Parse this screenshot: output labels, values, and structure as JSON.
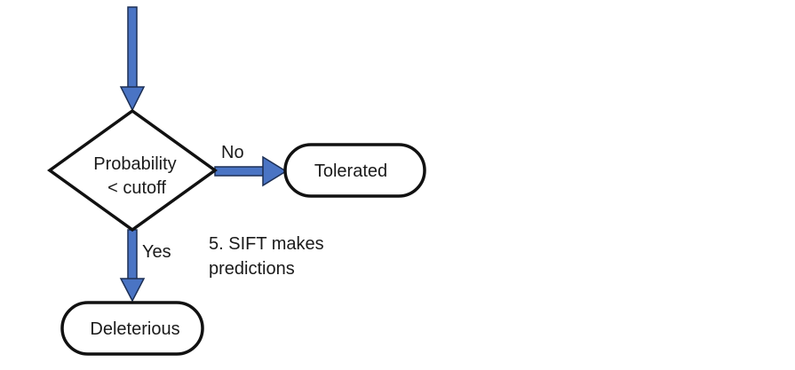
{
  "decision": {
    "line1": "Probability",
    "line2": "< cutoff"
  },
  "outcomes": {
    "no_label": "No",
    "yes_label": "Yes",
    "tolerated": "Tolerated",
    "deleterious": "Deleterious"
  },
  "step_caption": {
    "line1": "5. SIFT makes",
    "line2": "predictions"
  },
  "colors": {
    "arrow_fill": "#4a74c4",
    "arrow_stroke": "#1c2f55",
    "shape_stroke": "#111111"
  }
}
